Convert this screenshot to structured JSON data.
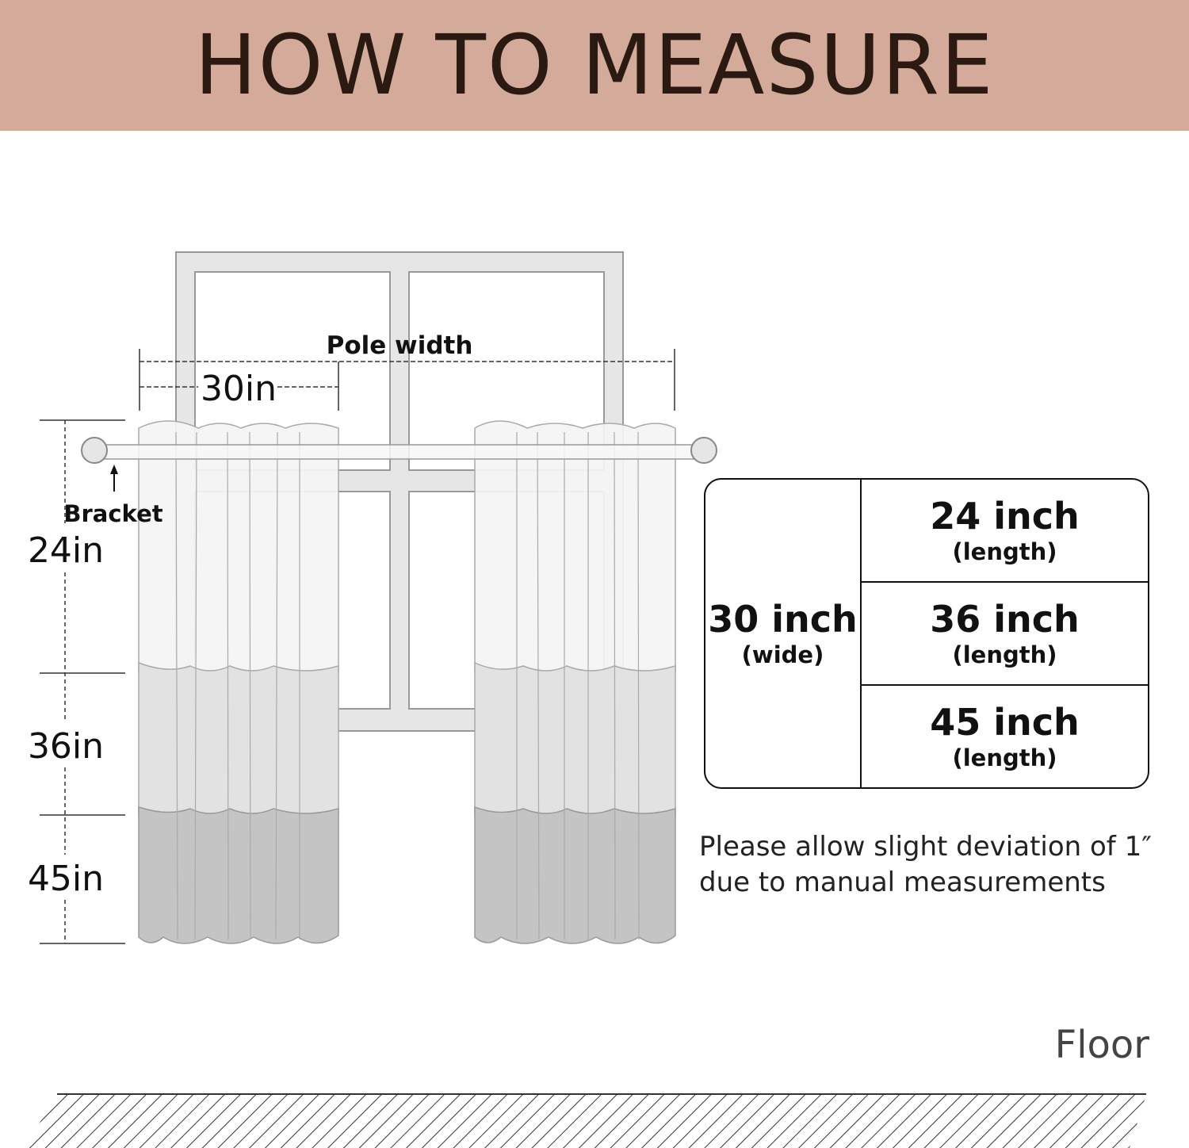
{
  "header": {
    "title": "HOW TO MEASURE"
  },
  "diagram": {
    "pole_width_label": "Pole width",
    "panel_width_label": "30in",
    "bracket_label": "Bracket",
    "lengths": [
      "24in",
      "36in",
      "45in"
    ]
  },
  "spec_table": {
    "width": {
      "value": "30 inch",
      "unit": "(wide)"
    },
    "lengths": [
      {
        "value": "24 inch",
        "unit": "(length)"
      },
      {
        "value": "36 inch",
        "unit": "(length)"
      },
      {
        "value": "45 inch",
        "unit": "(length)"
      }
    ]
  },
  "note": {
    "line1": "Please allow slight deviation of 1″",
    "line2": "due to manual measurements"
  },
  "floor": {
    "label": "Floor"
  },
  "colors": {
    "header_bg": "#d4ab9a",
    "header_text": "#2b1a12",
    "curtain_top": "#f4f4f4",
    "curtain_mid": "#e2e2e2",
    "curtain_bottom": "#c4c4c4"
  }
}
